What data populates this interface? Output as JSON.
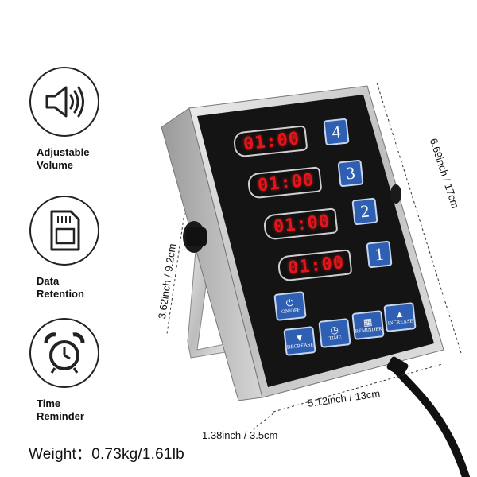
{
  "features": [
    {
      "label": "Adjustable\nVolume",
      "icon": "speaker-icon"
    },
    {
      "label": "Data\nRetention",
      "icon": "sd-card-icon"
    },
    {
      "label": "Time\nReminder",
      "icon": "alarm-clock-icon"
    }
  ],
  "weight": "Weight：0.73kg/1.61lb",
  "dimensions": {
    "height": "6.69inch / 17cm",
    "stand": "3.62inch / 9.2cm",
    "width": "5.12inch / 13cm",
    "depth": "1.38inch / 3.5cm"
  },
  "timers": [
    {
      "display": "01:00",
      "button": "4"
    },
    {
      "display": "01:00",
      "button": "3"
    },
    {
      "display": "01:00",
      "button": "2"
    },
    {
      "display": "01:00",
      "button": "1"
    }
  ],
  "controls": {
    "on_off": "ON/OFF",
    "decrease": "DECREASE",
    "time": "TIME",
    "reminder": "REMINDER",
    "increase": "INCREASE"
  },
  "colors": {
    "panel": "#141414",
    "button_blue": "#2f5fb3",
    "digits_red": "#e8141b",
    "frame": "#c9c9c9"
  }
}
